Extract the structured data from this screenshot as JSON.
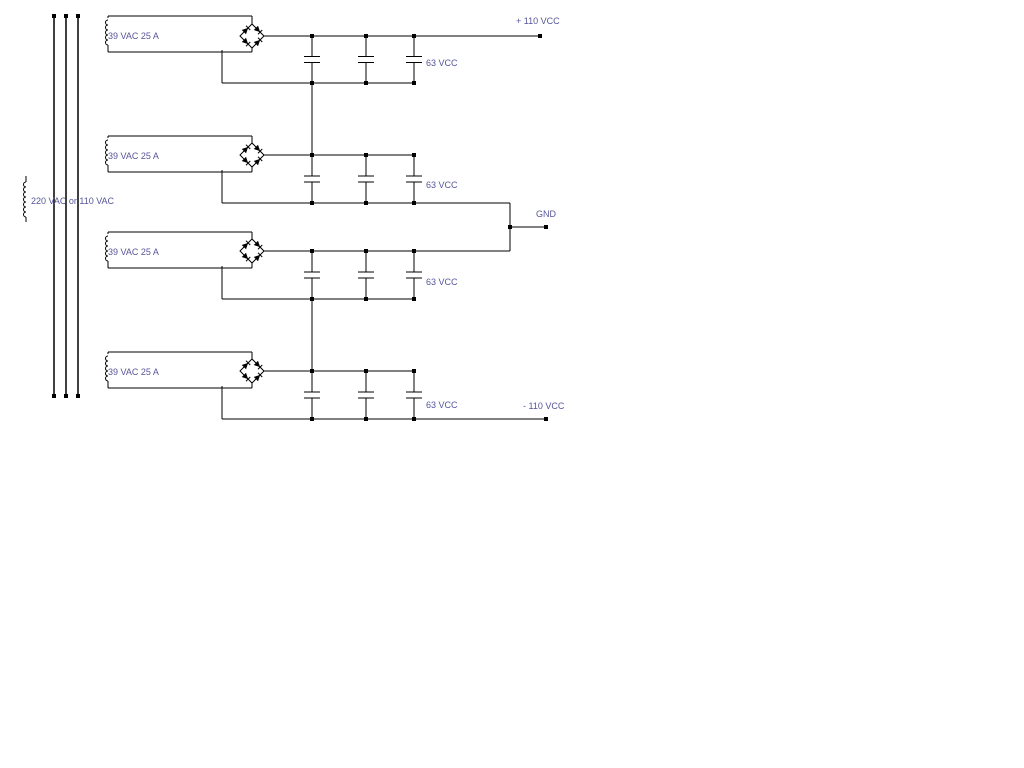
{
  "primary_label": "220 VAC or 110 VAC",
  "secondary_label": "39 VAC 25 A",
  "cap_label": "63 VCC",
  "out_positive": "+ 110 VCC",
  "out_gnd": "GND",
  "out_negative": "- 110 VCC",
  "colors": {
    "label": "#55559a",
    "wire": "#000000",
    "background": "#ffffff"
  }
}
